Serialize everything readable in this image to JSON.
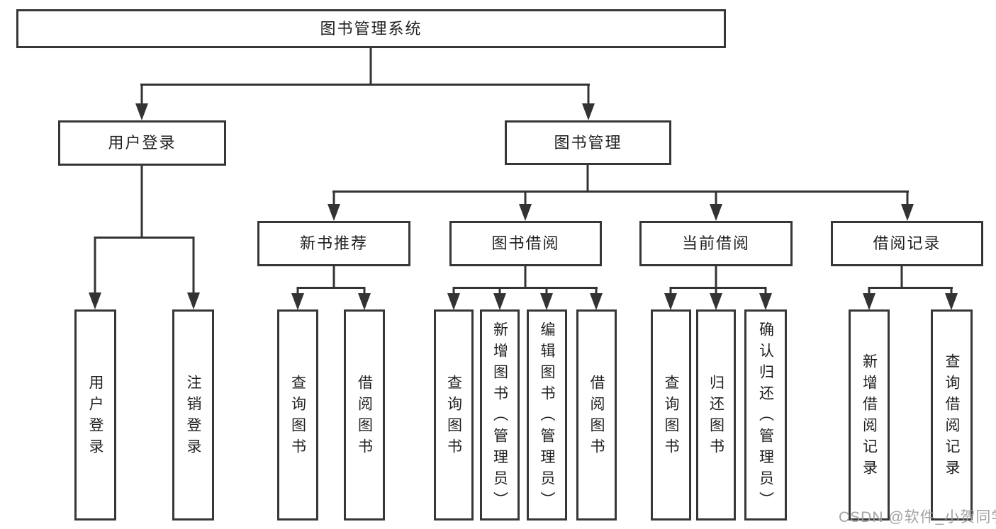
{
  "diagram": {
    "root": {
      "label": "图书管理系统"
    },
    "level2": [
      {
        "label": "用户登录"
      },
      {
        "label": "图书管理"
      }
    ],
    "level3": [
      {
        "label": "新书推荐"
      },
      {
        "label": "图书借阅"
      },
      {
        "label": "当前借阅"
      },
      {
        "label": "借阅记录"
      }
    ],
    "leaves": [
      {
        "label": "用户登录"
      },
      {
        "label": "注销登录"
      },
      {
        "label": "查询图书"
      },
      {
        "label": "借阅图书"
      },
      {
        "label": "查询图书"
      },
      {
        "label": "新增图书（管理员）"
      },
      {
        "label": "编辑图书（管理员）"
      },
      {
        "label": "借阅图书"
      },
      {
        "label": "查询图书"
      },
      {
        "label": "归还图书"
      },
      {
        "label": "确认归还（管理员）"
      },
      {
        "label": "新增借阅记录"
      },
      {
        "label": "查询借阅记录"
      }
    ]
  },
  "watermark": {
    "text": "CSDN @软件_小贺同学"
  },
  "colors": {
    "line": "#333333",
    "box_border": "#373737",
    "text": "#1f1f1f",
    "watermark": "#9e9e9e",
    "background": "#ffffff"
  }
}
